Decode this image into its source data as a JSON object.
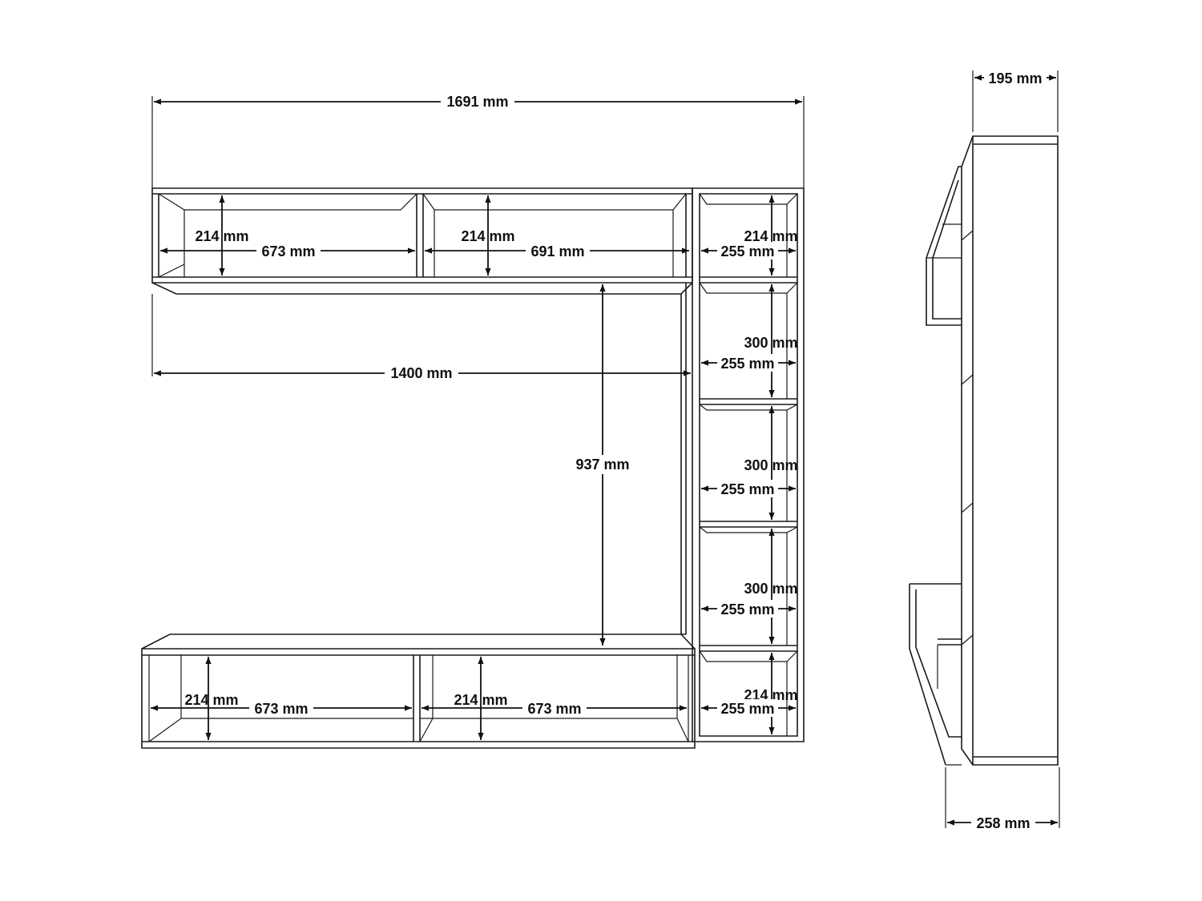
{
  "diagram": {
    "front_view": {
      "overall_width": "1691 mm",
      "tv_opening_width": "1400 mm",
      "tv_opening_height": "937 mm",
      "top_left_cell": {
        "height": "214 mm",
        "width": "673 mm"
      },
      "top_middle_cell": {
        "height": "214 mm",
        "width": "691 mm"
      },
      "tower_top_cell": {
        "height": "214 mm",
        "width": "255 mm"
      },
      "tower_cell_2": {
        "height": "300 mm",
        "width": "255 mm"
      },
      "tower_cell_3": {
        "height": "300 mm",
        "width": "255 mm"
      },
      "tower_cell_4": {
        "height": "300 mm",
        "width": "255 mm"
      },
      "tower_bottom_cell": {
        "height": "214 mm",
        "width": "255 mm"
      },
      "bottom_left_cell": {
        "height": "214 mm",
        "width": "673 mm"
      },
      "bottom_right_cell": {
        "height": "214 mm",
        "width": "673 mm"
      }
    },
    "side_view": {
      "tower_depth": "195 mm",
      "base_depth": "258 mm"
    }
  }
}
